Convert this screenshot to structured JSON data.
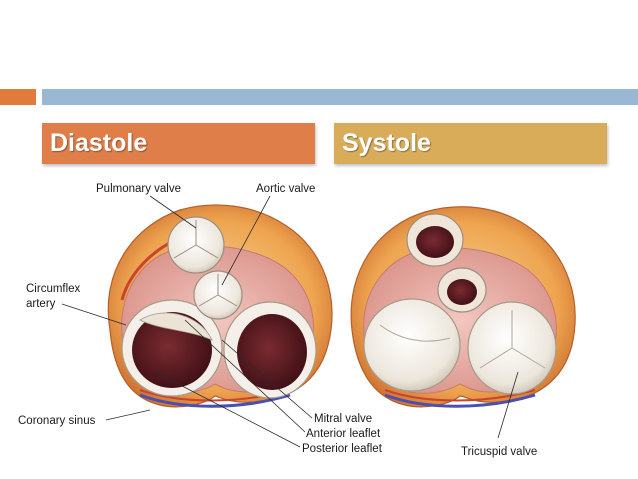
{
  "titles": {
    "left": "Diastole",
    "right": "Systole"
  },
  "labels": {
    "pulmonary_valve": "Pulmonary valve",
    "aortic_valve": "Aortic valve",
    "circumflex_line1": "Circumflex",
    "circumflex_line2": "artery",
    "coronary_sinus": "Coronary sinus",
    "mitral_valve": "Mitral valve",
    "anterior_leaflet": "Anterior leaflet",
    "posterior_leaflet": "Posterior leaflet",
    "tricuspid_valve": "Tricuspid valve"
  },
  "colors": {
    "accent_orange": "#e07b39",
    "accent_blue": "#9ab7d3",
    "diastole_header": "#e07e4a",
    "systole_header": "#d9ac5a"
  }
}
